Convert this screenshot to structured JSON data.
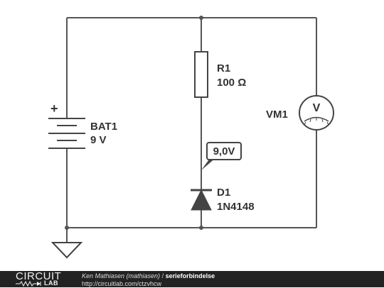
{
  "battery": {
    "name": "BAT1",
    "value": "9 V",
    "plus_sign": "+"
  },
  "resistor": {
    "name": "R1",
    "value": "100 Ω"
  },
  "diode": {
    "name": "D1",
    "value": "1N4148"
  },
  "voltmeter": {
    "name": "VM1",
    "symbol": "V"
  },
  "probe": {
    "reading": "9,0V"
  },
  "footer": {
    "logo_top": "CIRCUIT",
    "logo_bottom": "LAB",
    "author": "Ken Mathiasen (mathiasen)",
    "separator": " / ",
    "title": "serieforbindelse",
    "url": "http://circuitlab.com/ctzvhcw"
  },
  "colors": {
    "wire": "#555555",
    "component": "#444444",
    "footer_bg": "#222222",
    "background": "#ffffff"
  }
}
